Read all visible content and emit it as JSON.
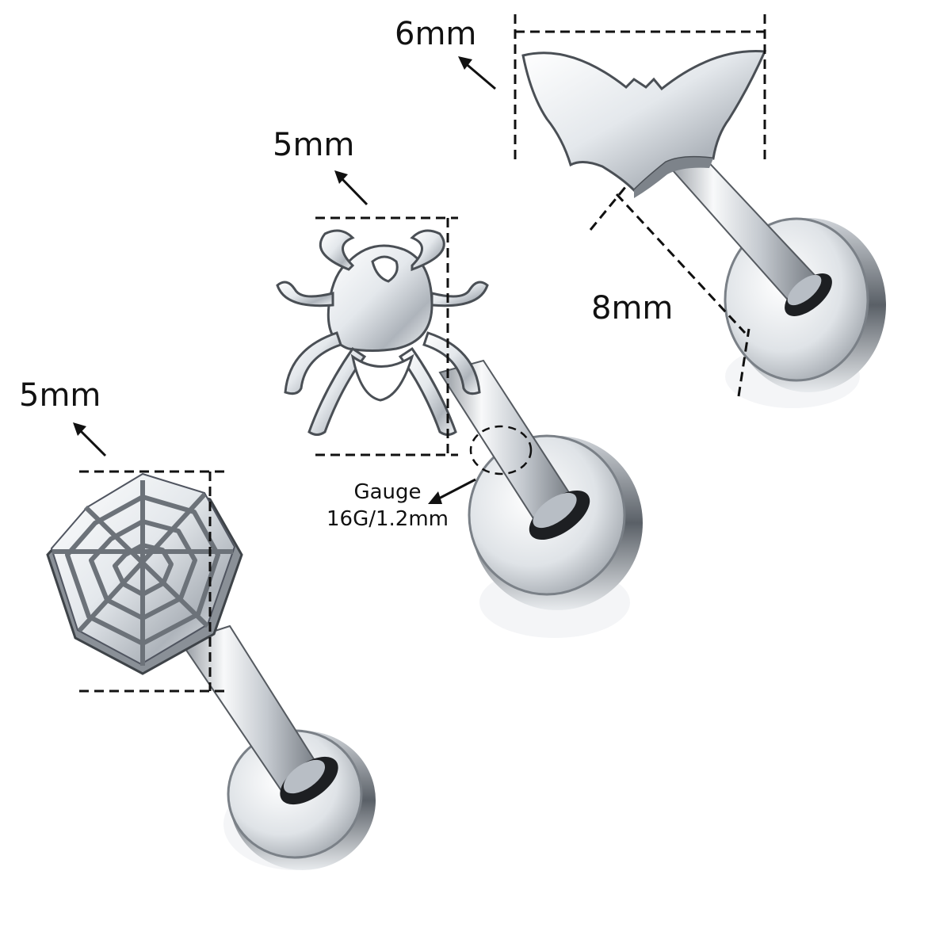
{
  "products": [
    {
      "id": "spider-web",
      "head_size_label": "5mm"
    },
    {
      "id": "spider",
      "head_size_label": "5mm",
      "gauge_label": "Gauge",
      "gauge_value": "16G/1.2mm"
    },
    {
      "id": "bat",
      "head_size_label": "6mm",
      "bar_length_label": "8mm"
    }
  ],
  "colors": {
    "background": "#ffffff",
    "steel_light": "#f4f6f8",
    "steel_mid": "#c9ced4",
    "steel_dark": "#4a4f55",
    "dimension_line": "#111111"
  }
}
